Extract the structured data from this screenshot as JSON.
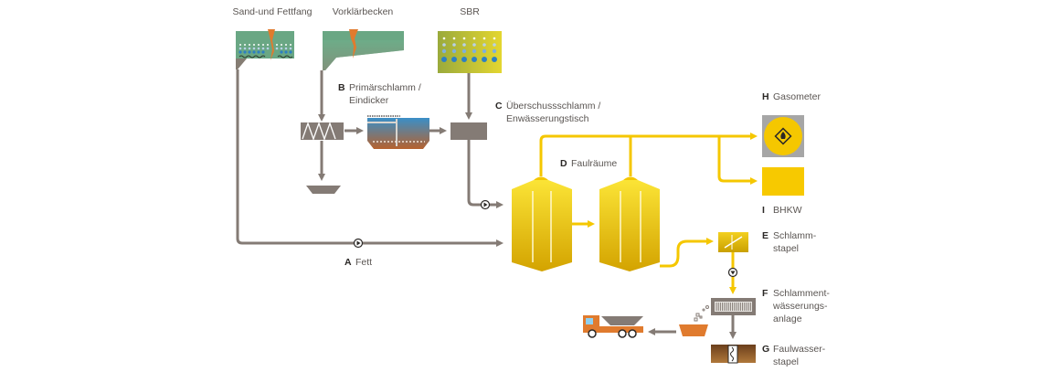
{
  "colors": {
    "pipe_grey": "#847b75",
    "sludge_yellow": "#f7c900",
    "tank_yellow_top": "#fbe33c",
    "tank_yellow_bottom": "#d9a700",
    "green_basin": "#6aa784",
    "orange": "#e07b2e",
    "gas_grey": "#a6a6a6",
    "blue_dots": "#2d7fc2",
    "brown": "#8a5a2b"
  },
  "labels": {
    "sand_fettfang": "Sand-und Fettfang",
    "vorklaerbecken": "Vorklärbecken",
    "sbr": "SBR"
  },
  "stages": {
    "A": {
      "key": "A",
      "text": "Fett"
    },
    "B": {
      "key": "B",
      "line1": "Primärschlamm /",
      "line2": "Eindicker"
    },
    "C": {
      "key": "C",
      "line1": "Überschussschlamm /",
      "line2": "Enwässerungstisch"
    },
    "D": {
      "key": "D",
      "text": "Faulräume"
    },
    "E": {
      "key": "E",
      "line1": "Schlamm-",
      "line2": "stapel"
    },
    "F": {
      "key": "F",
      "line1": "Schlamment-",
      "line2": "wässerungs-",
      "line3": "anlage"
    },
    "G": {
      "key": "G",
      "line1": "Faulwasser-",
      "line2": "stapel"
    },
    "H": {
      "key": "H",
      "text": "Gasometer"
    },
    "I": {
      "key": "I",
      "text": "BHKW"
    }
  },
  "icons": {
    "pump": "pump-icon",
    "flame_hazard": "flammable-hazard-icon",
    "truck": "truck-icon"
  }
}
